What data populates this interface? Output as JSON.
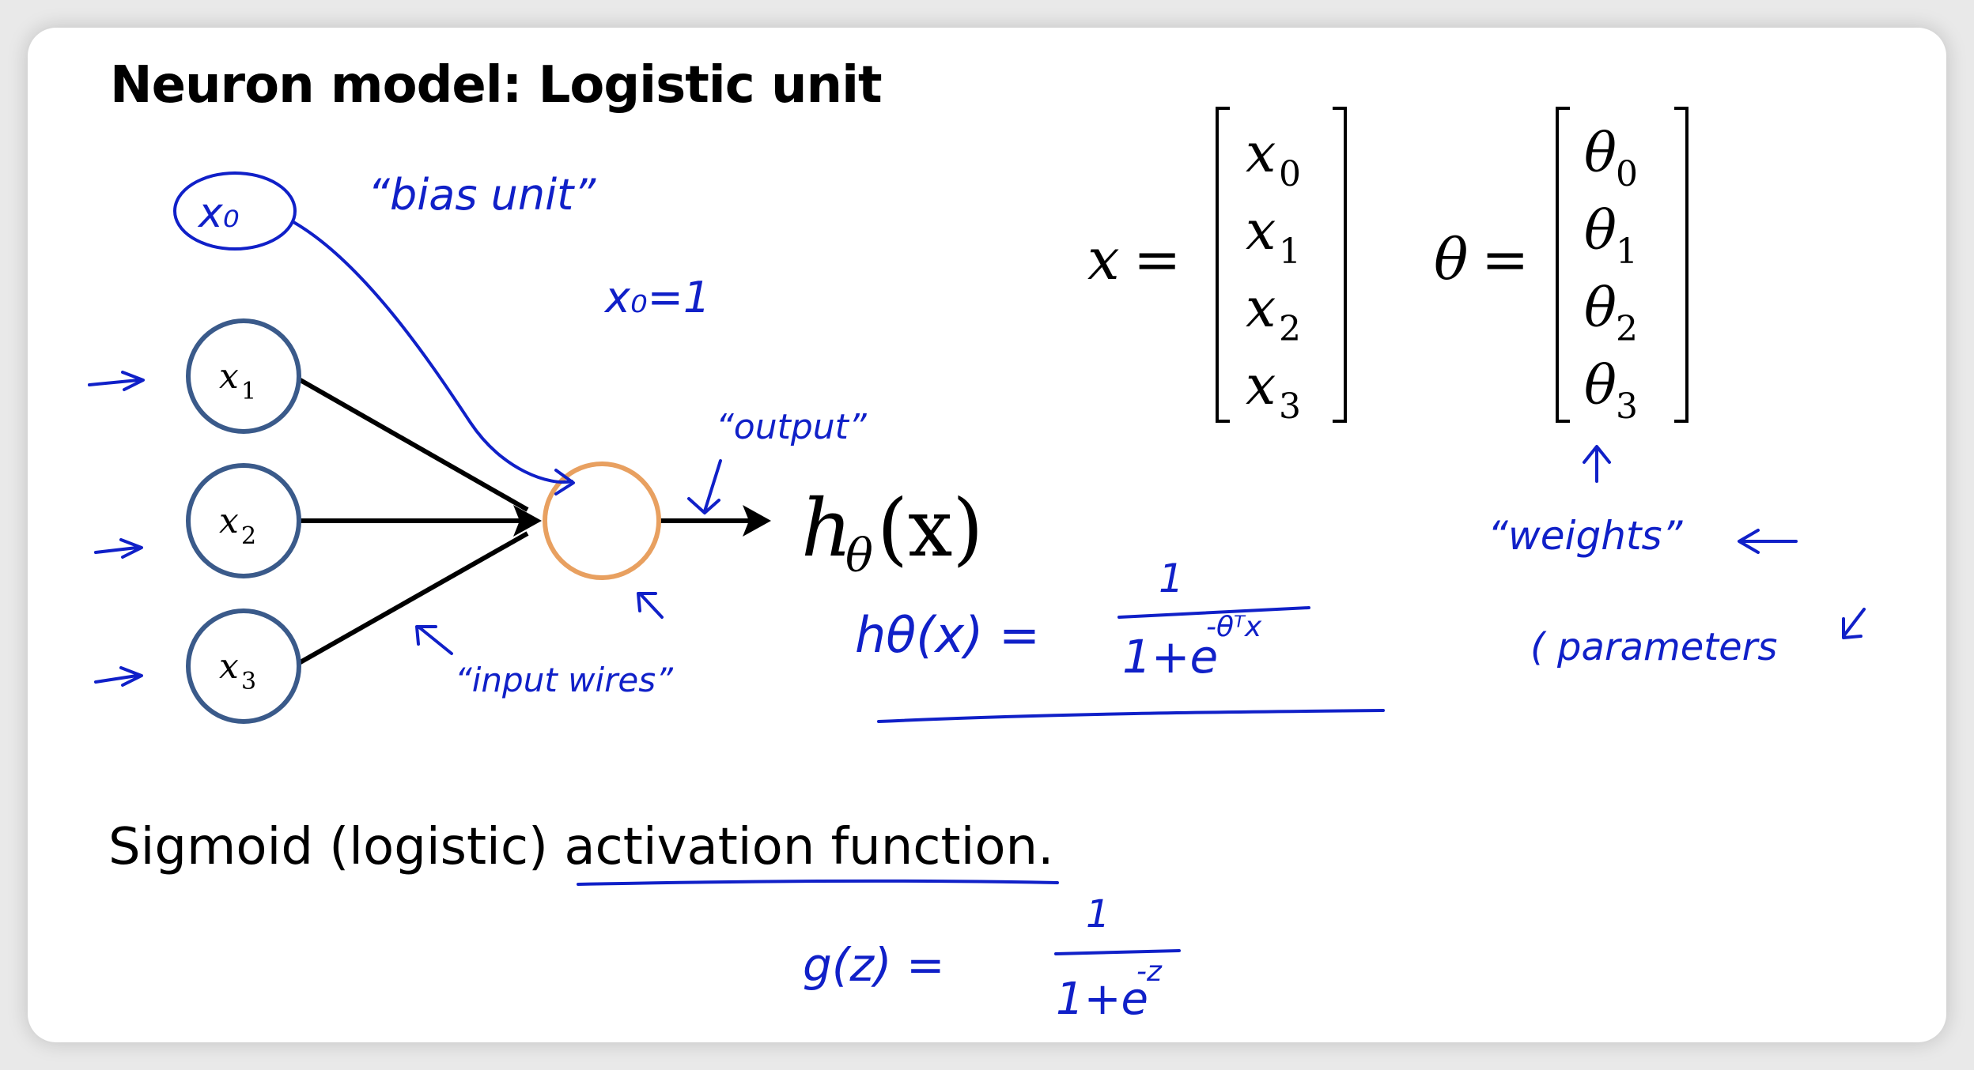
{
  "title": "Neuron model: Logistic unit",
  "subtitle": {
    "prefix": "Sigmoid (logistic) ",
    "underlined": "activation function",
    "suffix": "."
  },
  "inputs": [
    {
      "var": "x",
      "sub": "1"
    },
    {
      "var": "x",
      "sub": "2"
    },
    {
      "var": "x",
      "sub": "3"
    }
  ],
  "bias_node": "x₀",
  "output": {
    "h": "h",
    "sub": "θ",
    "arg": "(x)"
  },
  "x_vector": {
    "lhs": "x",
    "entries": [
      {
        "sub": "0"
      },
      {
        "sub": "1"
      },
      {
        "sub": "2"
      },
      {
        "sub": "3"
      }
    ]
  },
  "theta_vector": {
    "lhs": "θ",
    "entries": [
      {
        "sub": "0"
      },
      {
        "sub": "1"
      },
      {
        "sub": "2"
      },
      {
        "sub": "3"
      }
    ]
  },
  "annotations": {
    "bias_unit": "“bias unit”",
    "x0_eq": "x₀=1",
    "output": "“output”",
    "input_wires": "“input wires”",
    "weights": "“weights”",
    "parameters": "( parameters",
    "h_lhs": "hθ(x) =",
    "h_num": "1",
    "h_den_base": "1+e",
    "h_den_exp": "-θᵀx",
    "g_lhs": "g(z) =",
    "g_num": "1",
    "g_den_base": "1+e",
    "g_den_exp": "-z"
  },
  "colors": {
    "node_stroke": "#3a5a8a",
    "output_node_stroke": "#e8a060",
    "ink": "#1020c8"
  }
}
